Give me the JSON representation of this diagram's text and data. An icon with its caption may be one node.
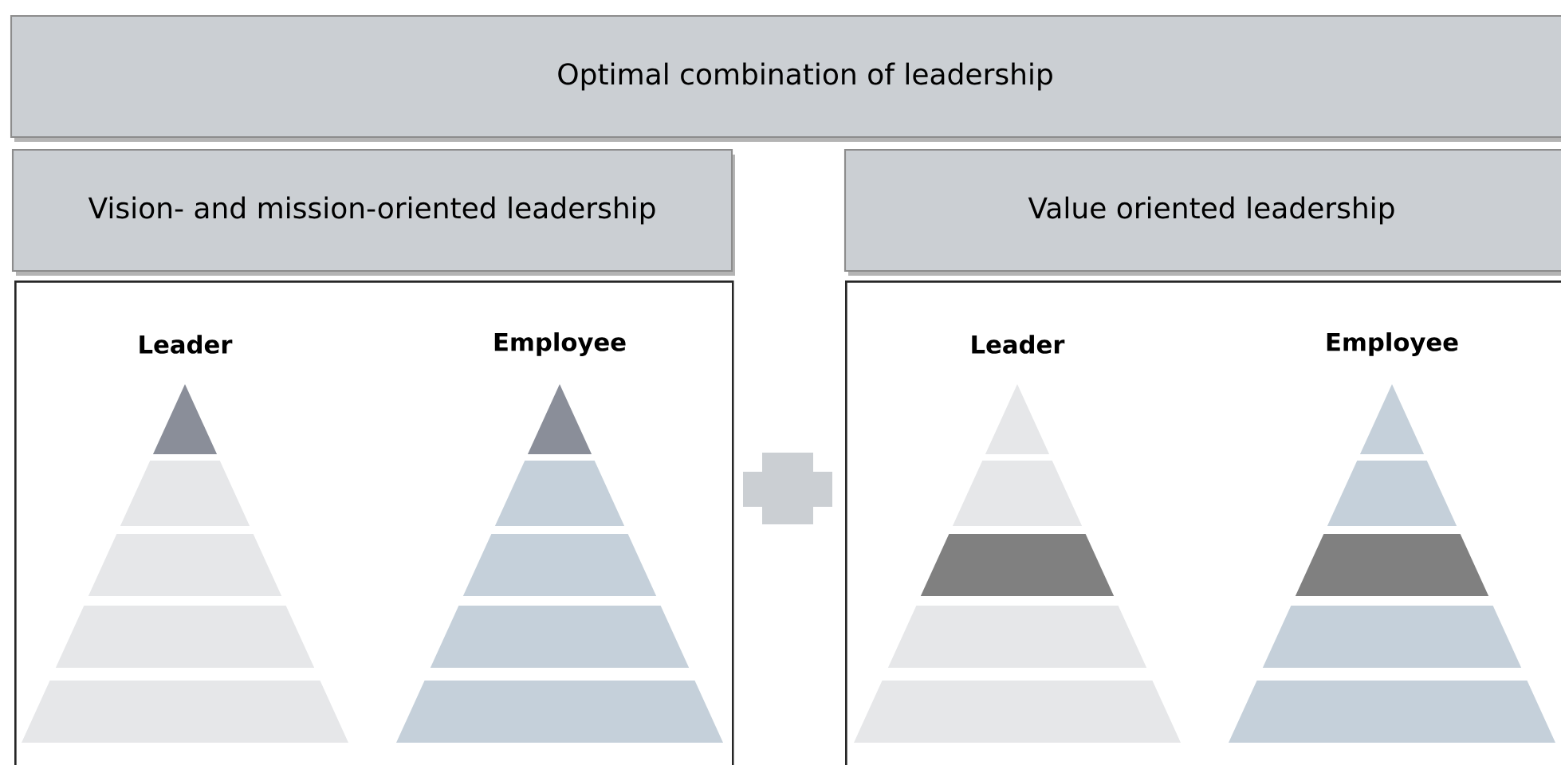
{
  "diagram": {
    "nodes": [
      {
        "text": [
          "Optimal combination of leadership"
        ]
      },
      {
        "text": [
          "Vision- and mission-oriented leadership"
        ]
      },
      {
        "text": [
          "Value oriented leadership"
        ]
      },
      {
        "text": [],
        "shape": "box"
      },
      {
        "text": [],
        "shape": "box"
      }
    ],
    "labels": [
      "Leader",
      "Employee",
      "Leader",
      "Employee"
    ]
  }
}
